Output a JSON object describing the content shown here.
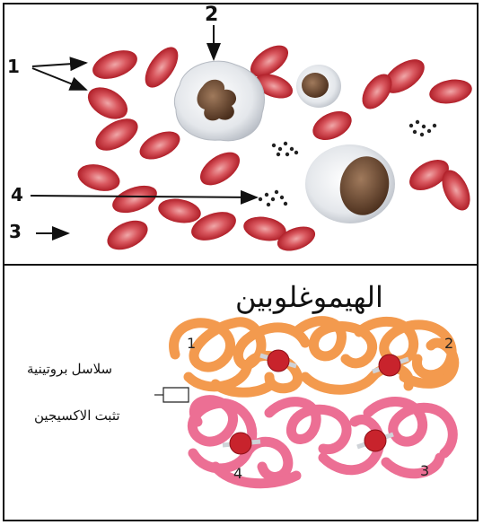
{
  "top_panel": {
    "labels": {
      "l1": "1",
      "l2": "2",
      "l3": "3",
      "l4": "4"
    }
  },
  "bottom_panel": {
    "title": "الهيموغلوبين",
    "chain_label_line1": "سلاسل بروتينية",
    "chain_label_line2": "تثبت الاكسيجين",
    "chain_numbers": {
      "c1": "1",
      "c2": "2",
      "c3": "3",
      "c4": "4"
    }
  },
  "colors": {
    "rbc": "#c0202a",
    "rbc_center": "#e4868a",
    "wbc_cytoplasm": "#e3e6ea",
    "nucleus": "#6b4a33",
    "platelet": "#222222",
    "alpha_chain": "#f39a4e",
    "beta_chain": "#ec6f94",
    "heme": "#c8232c"
  }
}
